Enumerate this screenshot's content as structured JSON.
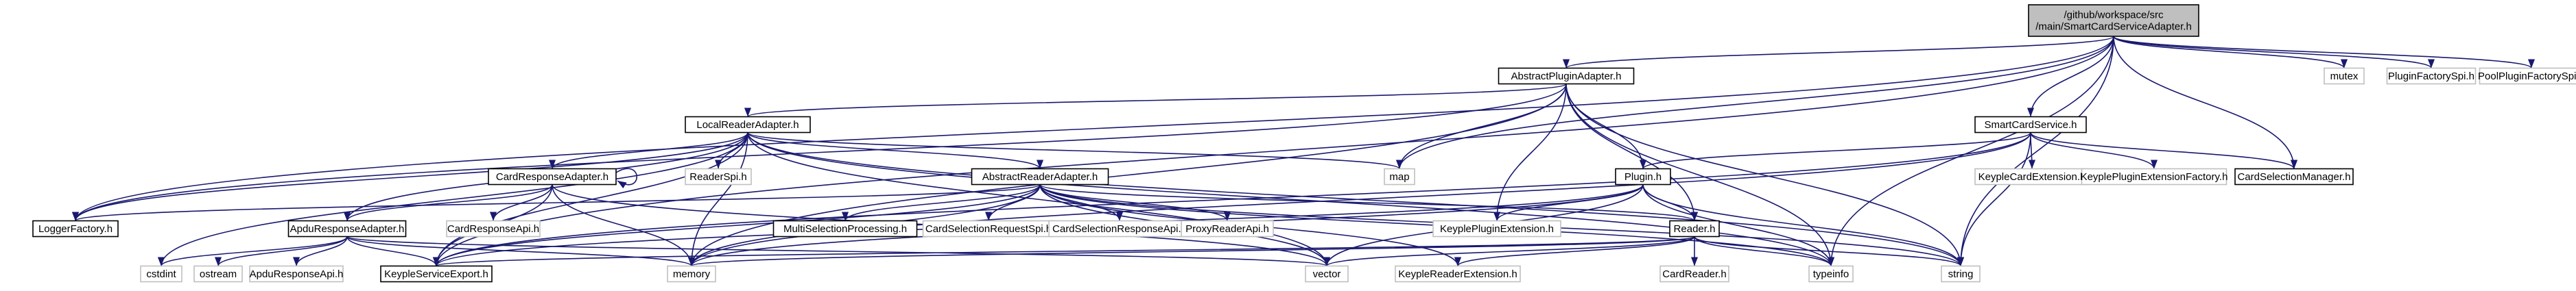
{
  "graph": {
    "root": "/github/workspace/src/main/SmartCardServiceAdapter.h",
    "nodes": [
      {
        "id": "root",
        "lines": [
          "/github/workspace/src",
          "/main/SmartCardServiceAdapter.h"
        ],
        "style": "root"
      },
      {
        "id": "apa",
        "lines": [
          "AbstractPluginAdapter.h"
        ],
        "style": "normal"
      },
      {
        "id": "mutex",
        "lines": [
          "mutex"
        ],
        "style": "external"
      },
      {
        "id": "pfspi",
        "lines": [
          "PluginFactorySpi.h"
        ],
        "style": "external"
      },
      {
        "id": "ppfspi",
        "lines": [
          "PoolPluginFactorySpi.h"
        ],
        "style": "external"
      },
      {
        "id": "lra",
        "lines": [
          "LocalReaderAdapter.h"
        ],
        "style": "normal"
      },
      {
        "id": "scs",
        "lines": [
          "SmartCardService.h"
        ],
        "style": "normal"
      },
      {
        "id": "map",
        "lines": [
          "map"
        ],
        "style": "external"
      },
      {
        "id": "cra",
        "lines": [
          "CardResponseAdapter.h"
        ],
        "style": "normal"
      },
      {
        "id": "rspi",
        "lines": [
          "ReaderSpi.h"
        ],
        "style": "external"
      },
      {
        "id": "ara",
        "lines": [
          "AbstractReaderAdapter.h"
        ],
        "style": "normal"
      },
      {
        "id": "plugin",
        "lines": [
          "Plugin.h"
        ],
        "style": "normal"
      },
      {
        "id": "kce",
        "lines": [
          "KeypleCardExtension.h"
        ],
        "style": "external"
      },
      {
        "id": "kpef",
        "lines": [
          "KeyplePluginExtensionFactory.h"
        ],
        "style": "external"
      },
      {
        "id": "csm",
        "lines": [
          "CardSelectionManager.h"
        ],
        "style": "normal"
      },
      {
        "id": "lf",
        "lines": [
          "LoggerFactory.h"
        ],
        "style": "normal"
      },
      {
        "id": "crapi",
        "lines": [
          "CardResponseApi.h"
        ],
        "style": "external"
      },
      {
        "id": "apra",
        "lines": [
          "ApduResponseAdapter.h"
        ],
        "style": "normal"
      },
      {
        "id": "msp",
        "lines": [
          "MultiSelectionProcessing.h"
        ],
        "style": "normal"
      },
      {
        "id": "csrspi",
        "lines": [
          "CardSelectionRequestSpi.h"
        ],
        "style": "external"
      },
      {
        "id": "csrapi",
        "lines": [
          "CardSelectionResponseApi.h"
        ],
        "style": "external"
      },
      {
        "id": "prapi",
        "lines": [
          "ProxyReaderApi.h"
        ],
        "style": "external"
      },
      {
        "id": "kpe",
        "lines": [
          "KeyplePluginExtension.h"
        ],
        "style": "external"
      },
      {
        "id": "reader",
        "lines": [
          "Reader.h"
        ],
        "style": "normal"
      },
      {
        "id": "cstdint",
        "lines": [
          "cstdint"
        ],
        "style": "external"
      },
      {
        "id": "ostream",
        "lines": [
          "ostream"
        ],
        "style": "external"
      },
      {
        "id": "aprapi",
        "lines": [
          "ApduResponseApi.h"
        ],
        "style": "external"
      },
      {
        "id": "kse",
        "lines": [
          "KeypleServiceExport.h"
        ],
        "style": "normal"
      },
      {
        "id": "memory",
        "lines": [
          "memory"
        ],
        "style": "external"
      },
      {
        "id": "vector",
        "lines": [
          "vector"
        ],
        "style": "external"
      },
      {
        "id": "kre",
        "lines": [
          "KeypleReaderExtension.h"
        ],
        "style": "external"
      },
      {
        "id": "cr",
        "lines": [
          "CardReader.h"
        ],
        "style": "external"
      },
      {
        "id": "typeinfo",
        "lines": [
          "typeinfo"
        ],
        "style": "external"
      },
      {
        "id": "string",
        "lines": [
          "string"
        ],
        "style": "external"
      }
    ],
    "edges": [
      [
        "root",
        "apa"
      ],
      [
        "root",
        "mutex"
      ],
      [
        "root",
        "pfspi"
      ],
      [
        "root",
        "ppfspi"
      ],
      [
        "root",
        "scs"
      ],
      [
        "root",
        "map"
      ],
      [
        "root",
        "csm"
      ],
      [
        "root",
        "lf"
      ],
      [
        "root",
        "kse"
      ],
      [
        "root",
        "typeinfo"
      ],
      [
        "root",
        "string"
      ],
      [
        "apa",
        "lra"
      ],
      [
        "apa",
        "plugin"
      ],
      [
        "apa",
        "map"
      ],
      [
        "apa",
        "kpe"
      ],
      [
        "apa",
        "reader"
      ],
      [
        "apa",
        "lf"
      ],
      [
        "apa",
        "memory"
      ],
      [
        "apa",
        "typeinfo"
      ],
      [
        "apa",
        "string"
      ],
      [
        "lra",
        "cra"
      ],
      [
        "lra",
        "rspi"
      ],
      [
        "lra",
        "ara"
      ],
      [
        "lra",
        "apra"
      ],
      [
        "lra",
        "lf"
      ],
      [
        "lra",
        "map"
      ],
      [
        "lra",
        "memory"
      ],
      [
        "lra",
        "vector"
      ],
      [
        "lra",
        "kse"
      ],
      [
        "lra",
        "cstdint"
      ],
      [
        "lra",
        "typeinfo"
      ],
      [
        "lra",
        "string"
      ],
      [
        "cra",
        "cra"
      ],
      [
        "cra",
        "crapi"
      ],
      [
        "cra",
        "apra"
      ],
      [
        "cra",
        "kse"
      ],
      [
        "cra",
        "memory"
      ],
      [
        "cra",
        "vector"
      ],
      [
        "apra",
        "cstdint"
      ],
      [
        "apra",
        "ostream"
      ],
      [
        "apra",
        "aprapi"
      ],
      [
        "apra",
        "kse"
      ],
      [
        "apra",
        "memory"
      ],
      [
        "apra",
        "vector"
      ],
      [
        "ara",
        "msp"
      ],
      [
        "ara",
        "csrspi"
      ],
      [
        "ara",
        "csrapi"
      ],
      [
        "ara",
        "prapi"
      ],
      [
        "ara",
        "reader"
      ],
      [
        "ara",
        "lf"
      ],
      [
        "ara",
        "memory"
      ],
      [
        "ara",
        "vector"
      ],
      [
        "ara",
        "kse"
      ],
      [
        "ara",
        "kre"
      ],
      [
        "ara",
        "typeinfo"
      ],
      [
        "ara",
        "string"
      ],
      [
        "scs",
        "plugin"
      ],
      [
        "scs",
        "kce"
      ],
      [
        "scs",
        "kpef"
      ],
      [
        "scs",
        "csm"
      ],
      [
        "scs",
        "kse"
      ],
      [
        "scs",
        "memory"
      ],
      [
        "scs",
        "string"
      ],
      [
        "plugin",
        "reader"
      ],
      [
        "plugin",
        "kpe"
      ],
      [
        "plugin",
        "kse"
      ],
      [
        "plugin",
        "memory"
      ],
      [
        "plugin",
        "vector"
      ],
      [
        "plugin",
        "typeinfo"
      ],
      [
        "plugin",
        "string"
      ],
      [
        "reader",
        "cr"
      ],
      [
        "reader",
        "kre"
      ],
      [
        "reader",
        "kse"
      ],
      [
        "reader",
        "memory"
      ],
      [
        "reader",
        "vector"
      ],
      [
        "reader",
        "typeinfo"
      ],
      [
        "reader",
        "string"
      ]
    ]
  }
}
